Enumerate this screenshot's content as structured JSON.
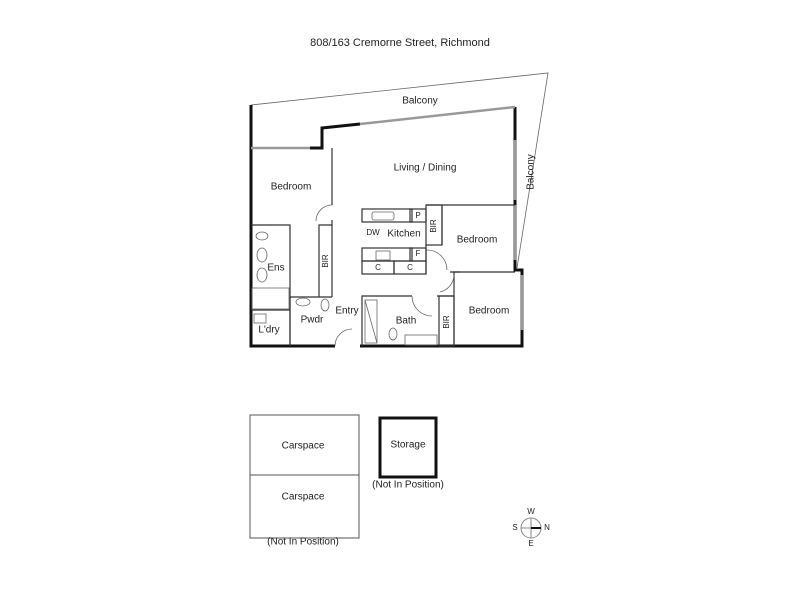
{
  "title": "808/163 Cremorne Street, Richmond",
  "rooms": {
    "balcony_top": "Balcony",
    "balcony_side": "Balcony",
    "living_dining": "Living / Dining",
    "bedroom_1": "Bedroom",
    "bedroom_2": "Bedroom",
    "bedroom_3": "Bedroom",
    "kitchen": "Kitchen",
    "dw": "DW",
    "pantry": "P",
    "fridge": "F",
    "cupboard_1": "C",
    "cupboard_2": "C",
    "bir_1": "BIR",
    "bir_2": "BIR",
    "bir_3": "BIR",
    "ensuite": "Ens",
    "powder": "Pwdr",
    "entry": "Entry",
    "laundry": "L'dry",
    "bath": "Bath"
  },
  "parking": {
    "carspace_1": "Carspace",
    "carspace_2": "Carspace",
    "carspace_note": "(Not In Position)",
    "storage": "Storage",
    "storage_note": "(Not In Position)"
  },
  "compass": {
    "n": "N",
    "s": "S",
    "e": "E",
    "w": "W"
  }
}
